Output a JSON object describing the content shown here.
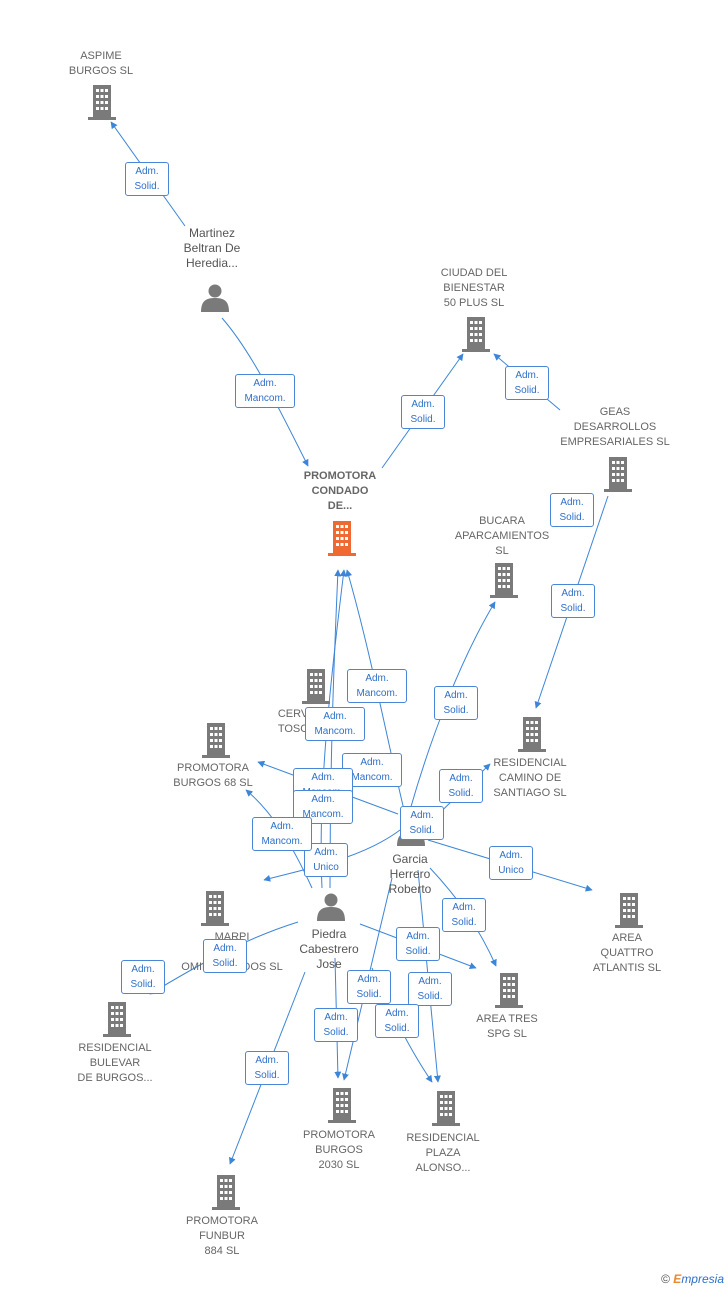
{
  "colors": {
    "edge": "#3d85d8",
    "node": "#7a7a7a",
    "focus": "#ef6a33",
    "label_text": "#2f6fca"
  },
  "nodes": [
    {
      "id": "aspime",
      "type": "company",
      "label": "ASPIME\nBURGOS  SL"
    },
    {
      "id": "martinez",
      "type": "person",
      "label": "Martinez\nBeltran De\nHeredia..."
    },
    {
      "id": "ciudad",
      "type": "company",
      "label": "CIUDAD DEL\nBIENESTAR\n50 PLUS  SL"
    },
    {
      "id": "geas",
      "type": "company",
      "label": "GEAS\nDESARROLLOS\nEMPRESARIALES SL"
    },
    {
      "id": "promotora_condado",
      "type": "focus",
      "label": "PROMOTORA\nCONDADO\nDE..."
    },
    {
      "id": "bucara",
      "type": "company",
      "label": "BUCARA\nAPARCAMIENTOS\nSL"
    },
    {
      "id": "cervantes",
      "type": "company",
      "label": "CERV\nTOSC"
    },
    {
      "id": "promotora_68",
      "type": "company",
      "label": "PROMOTORA\nBURGOS 68  SL"
    },
    {
      "id": "residencial_camino",
      "type": "company",
      "label": "RESIDENCIAL\nCAMINO DE\nSANTIAGO  SL"
    },
    {
      "id": "garcia",
      "type": "person",
      "label": "Garcia\nHerrero\nRoberto"
    },
    {
      "id": "marpi",
      "type": "company",
      "label": "MARPI\nSER\nOMINISTRADOS SL"
    },
    {
      "id": "piedra",
      "type": "person",
      "label": "Piedra\nCabestrero\nJose"
    },
    {
      "id": "area_quattro",
      "type": "company",
      "label": "AREA\nQUATTRO\nATLANTIS  SL"
    },
    {
      "id": "area_tres",
      "type": "company",
      "label": "AREA TRES\nSPG  SL"
    },
    {
      "id": "residencial_bulevar",
      "type": "company",
      "label": "RESIDENCIAL\nBULEVAR\nDE BURGOS..."
    },
    {
      "id": "promotora_2030",
      "type": "company",
      "label": "PROMOTORA\nBURGOS\n2030  SL"
    },
    {
      "id": "residencial_plaza",
      "type": "company",
      "label": "RESIDENCIAL\nPLAZA\nALONSO..."
    },
    {
      "id": "promotora_funbur",
      "type": "company",
      "label": "PROMOTORA\nFUNBUR\n884  SL"
    }
  ],
  "edge_labels": [
    {
      "id": "e1",
      "text": "Adm.\nSolid."
    },
    {
      "id": "e2",
      "text": "Adm.\nMancom."
    },
    {
      "id": "e3",
      "text": "Adm.\nSolid."
    },
    {
      "id": "e4",
      "text": "Adm.\nSolid."
    },
    {
      "id": "e5",
      "text": "Adm.\nSolid."
    },
    {
      "id": "e6",
      "text": "Adm.\nSolid."
    },
    {
      "id": "e7",
      "text": "Adm.\nMancom."
    },
    {
      "id": "e8",
      "text": "Adm.\nSolid."
    },
    {
      "id": "e9",
      "text": "Adm.\nMancom."
    },
    {
      "id": "e10",
      "text": "Adm.\nMancom."
    },
    {
      "id": "e11",
      "text": "Adm.\nSolid."
    },
    {
      "id": "e12",
      "text": "Adm.\nMancom."
    },
    {
      "id": "e13",
      "text": "Adm.\nMancom."
    },
    {
      "id": "e14",
      "text": "Adm.\nSolid."
    },
    {
      "id": "e15",
      "text": "Adm.\nUnico"
    },
    {
      "id": "e16",
      "text": "Adm.\nUnico"
    },
    {
      "id": "e17",
      "text": "Adm.\nSolid."
    },
    {
      "id": "e18",
      "text": "Adm.\nSolid."
    },
    {
      "id": "e19",
      "text": "Adm.\nSolid."
    },
    {
      "id": "e20",
      "text": "Adm.\nSolid."
    },
    {
      "id": "e21",
      "text": "Adm.\nSolid."
    },
    {
      "id": "e22",
      "text": "Adm.\nSolid."
    },
    {
      "id": "e23",
      "text": "Adm.\nSolid."
    },
    {
      "id": "e24",
      "text": "Adm.\nSolid."
    },
    {
      "id": "e25",
      "text": "Adm.\nSolid."
    },
    {
      "id": "e26",
      "text": "Adm.\nMancom."
    }
  ],
  "brand": {
    "copyright": "©",
    "initial": "E",
    "rest": "mpresia"
  }
}
